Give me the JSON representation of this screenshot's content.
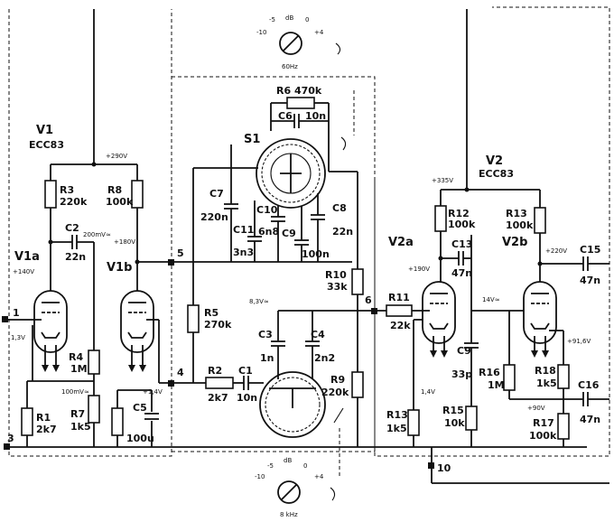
{
  "v1": {
    "name": "V1",
    "type": "ECC83",
    "a_label": "V1a",
    "b_label": "V1b"
  },
  "v2": {
    "name": "V2",
    "type": "ECC83",
    "a_label": "V2a",
    "b_label": "V2b"
  },
  "terminals": {
    "t1": "1",
    "t3": "3",
    "t4": "4",
    "t5": "5",
    "t6": "6",
    "t10": "10"
  },
  "voltages": {
    "v290": "+290V",
    "v200mv": "200mV≈",
    "v180": "+180V",
    "v140": "+140V",
    "v1_3": "1,3V",
    "v100mv": "100mV≈",
    "v1_4": "+1,4V",
    "v8_3": "8,3V≈",
    "v335": "+335V",
    "v190": "+190V",
    "v220": "+220V",
    "v14": "14V≈",
    "v1_4r": "1,4V",
    "v91_6": "+91,6V",
    "v90": "+90V"
  },
  "dials": {
    "bass": {
      "unit": "dB",
      "ticks": [
        "-10",
        "-5",
        "0",
        "+4"
      ],
      "freq": "60Hz"
    },
    "treble": {
      "unit": "dB",
      "ticks": [
        "-10",
        "-5",
        "0",
        "+4"
      ],
      "freq": "8 kHz"
    }
  },
  "components": {
    "r1": {
      "name": "R1",
      "value": "2k7"
    },
    "r2": {
      "name": "R2",
      "value": "2k7"
    },
    "r3": {
      "name": "R3",
      "value": "220k"
    },
    "r4": {
      "name": "R4",
      "value": "1M"
    },
    "r5": {
      "name": "R5",
      "value": "270k"
    },
    "r6": {
      "label": "R6 470k"
    },
    "r7": {
      "name": "R7",
      "value": "1k5"
    },
    "r8": {
      "name": "R8",
      "value": "100k"
    },
    "r9": {
      "name": "R9",
      "value": "220k"
    },
    "r10": {
      "name": "R10",
      "value": "33k"
    },
    "r11": {
      "name": "R11",
      "value": "22k"
    },
    "r12": {
      "name": "R12",
      "value": "100k"
    },
    "r13a": {
      "name": "R13",
      "value": "100k"
    },
    "r13b": {
      "name": "R13",
      "value": "1k5"
    },
    "r15": {
      "name": "R15",
      "value": "10k"
    },
    "r16": {
      "name": "R16",
      "value": "1M"
    },
    "r17": {
      "name": "R17",
      "value": "100k"
    },
    "r18": {
      "name": "R18",
      "value": "1k5"
    },
    "c1": {
      "name": "C1",
      "value": "10n"
    },
    "c2": {
      "name": "C2",
      "value": "22n"
    },
    "c3": {
      "name": "C3",
      "value": "1n"
    },
    "c4": {
      "name": "C4",
      "value": "2n2"
    },
    "c5": {
      "name": "C5",
      "value": "100u"
    },
    "c6": {
      "name": "C6",
      "value": "10n"
    },
    "c7": {
      "name": "C7",
      "value": "220n"
    },
    "c8": {
      "name": "C8",
      "value": "22n"
    },
    "c9c": {
      "name": "C9",
      "value": "100n"
    },
    "c9": {
      "name": "C9",
      "value": "33p"
    },
    "c10": {
      "name": "C10",
      "value": "6n8"
    },
    "c11": {
      "name": "C11",
      "value": "3n3"
    },
    "c13": {
      "name": "C13",
      "value": "47n"
    },
    "c15": {
      "name": "C15",
      "value": "47n"
    },
    "c16": {
      "name": "C16",
      "value": "47n"
    },
    "s1": {
      "name": "S1"
    }
  }
}
